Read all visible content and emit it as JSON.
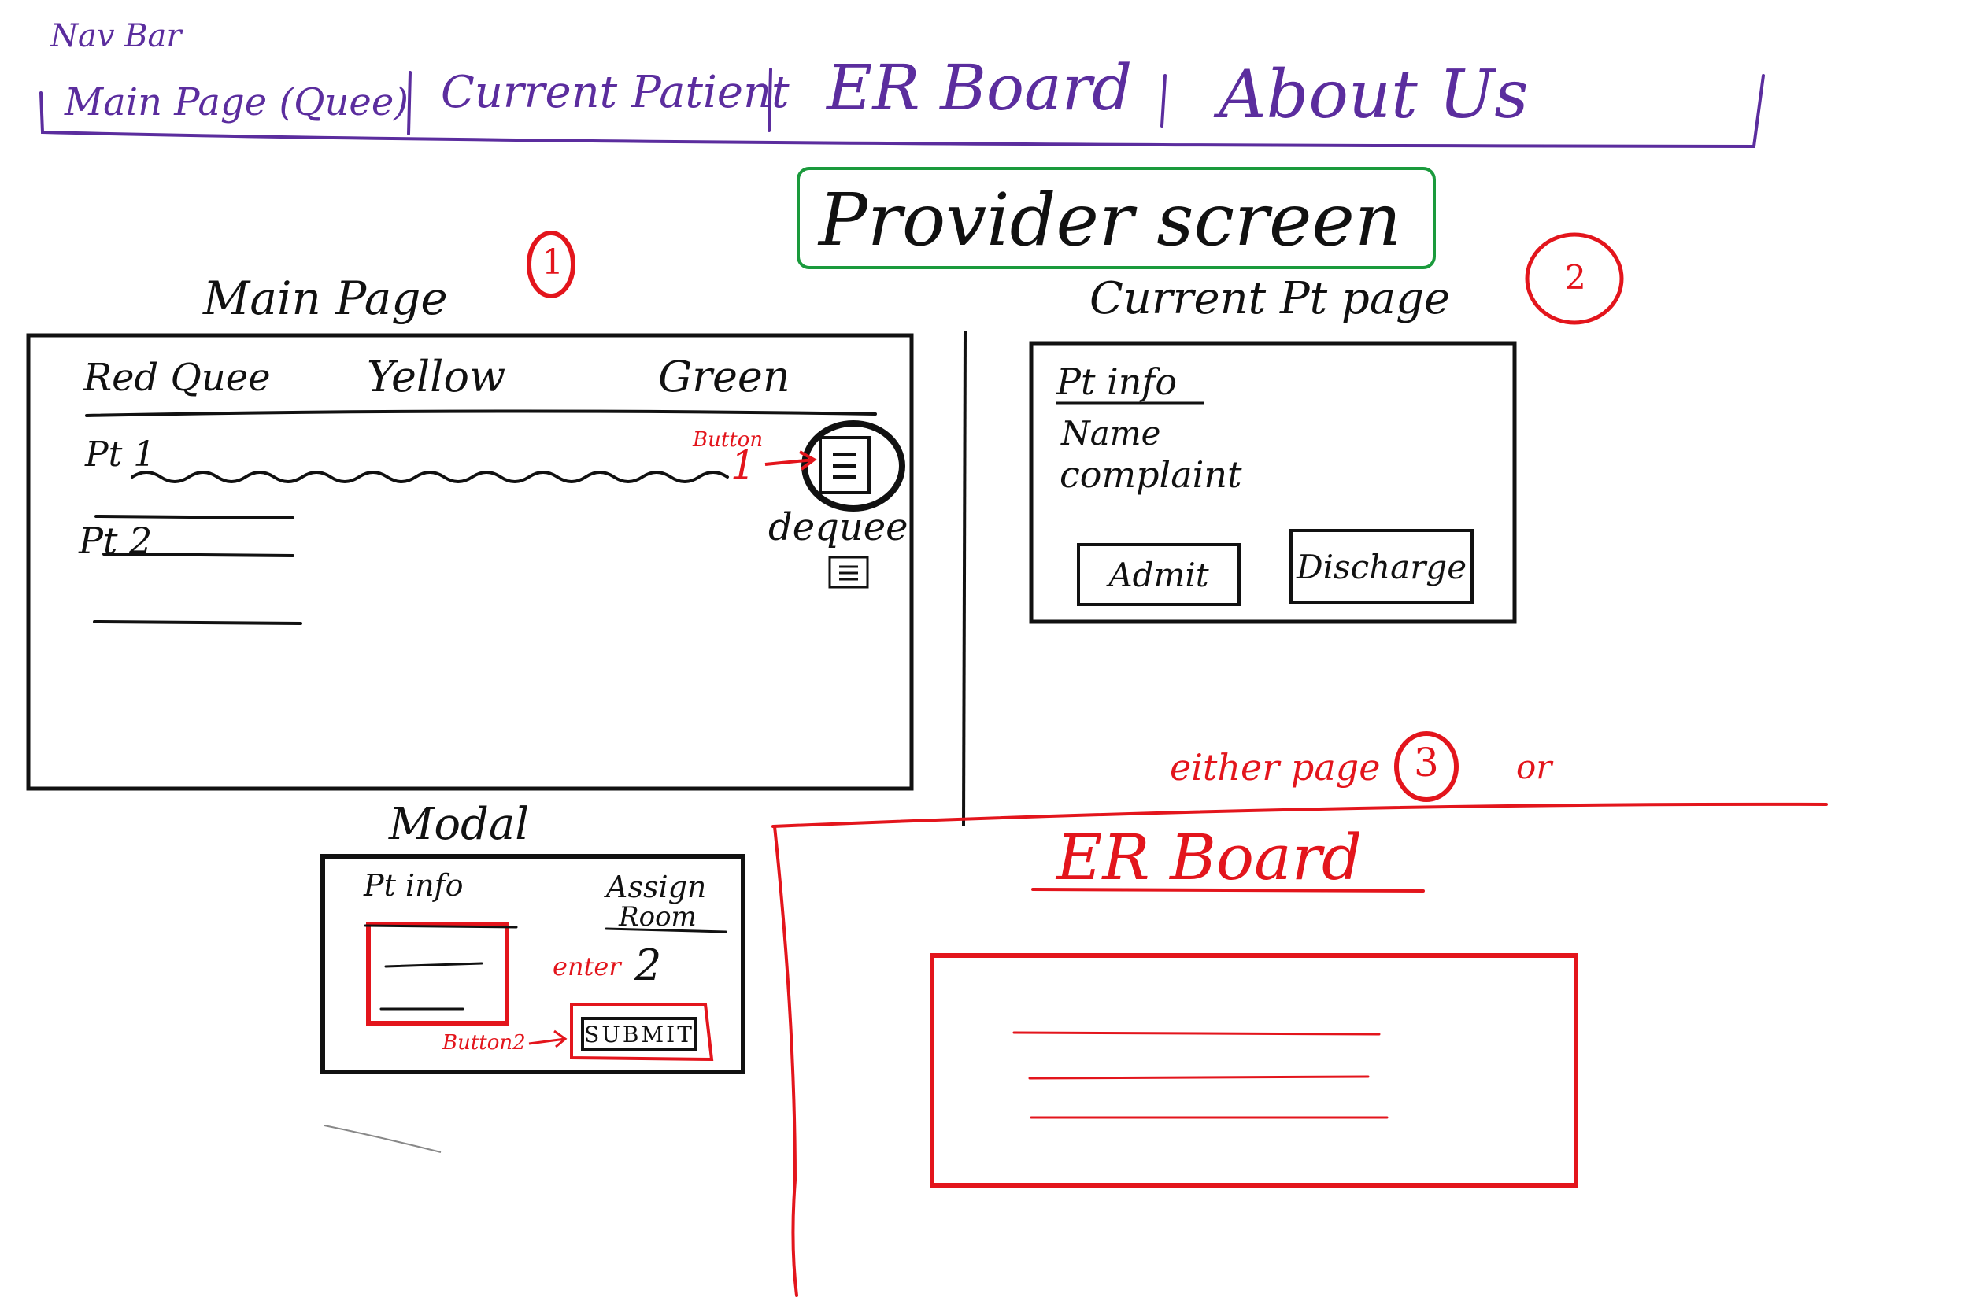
{
  "nav": {
    "title": "Nav Bar",
    "items": [
      "Main Page (Quee)",
      "Current Patient",
      "ER Board",
      "About Us"
    ]
  },
  "provider_title": "Provider screen",
  "main_page": {
    "number": "1",
    "title": "Main Page",
    "columns": [
      "Red Quee",
      "Yellow",
      "Green"
    ],
    "rows": [
      "Pt 1",
      "Pt 2"
    ],
    "button_note": "Button",
    "button_number": "1",
    "dequeue_label": "dequee"
  },
  "current_pt": {
    "number": "2",
    "title": "Current Pt page",
    "heading": "Pt info",
    "fields": [
      "Name",
      "complaint"
    ],
    "admit_label": "Admit",
    "discharge_label": "Discharge"
  },
  "modal": {
    "title": "Modal",
    "pt_info_label": "Pt info",
    "assign_label": "Assign",
    "room_label": "Room",
    "enter_label": "enter",
    "enter_value": "2",
    "button_note": "Button2",
    "submit_label": "SUBMIT"
  },
  "er_board": {
    "number": "3",
    "either_text": "either page",
    "or_text": "or",
    "title": "ER Board"
  },
  "colors": {
    "nav": "#5b2d9e",
    "ink": "#111111",
    "annotation": "#e3151c",
    "title_box": "#1a9a3c"
  }
}
